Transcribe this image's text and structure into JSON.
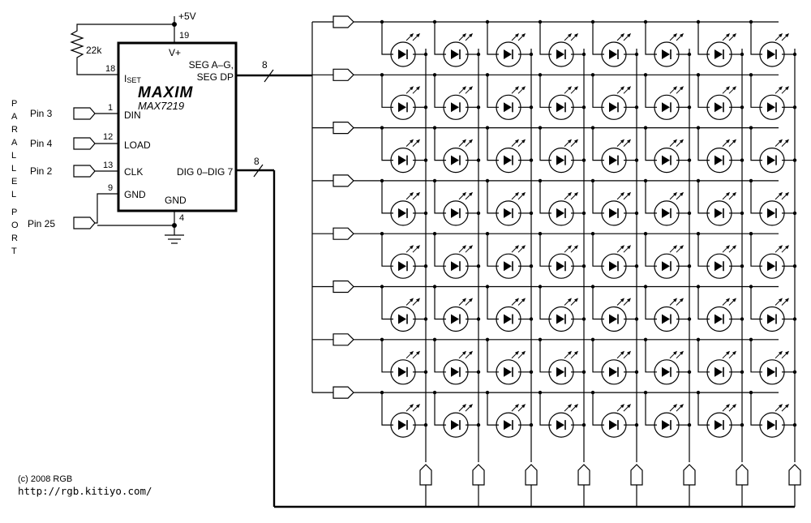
{
  "power": {
    "supply_label": "+5V",
    "vplus_label": "V+",
    "vplus_pin": "19"
  },
  "resistor": {
    "value": "22k"
  },
  "chip": {
    "logo": "MAXIM",
    "part_number": "MAX7219",
    "iset_label_main": "I",
    "iset_label_sub": "SET",
    "iset_pin": "18",
    "seg_label_line1": "SEG A–G,",
    "seg_label_line2": "SEG DP",
    "seg_bus_width": "8",
    "dig_label": "DIG 0–DIG 7",
    "dig_bus_width": "8",
    "gnd_right_label": "GND",
    "gnd_right_pin": "4",
    "inputs": [
      {
        "pin": "1",
        "label": "DIN"
      },
      {
        "pin": "12",
        "label": "LOAD"
      },
      {
        "pin": "13",
        "label": "CLK"
      },
      {
        "pin": "9",
        "label": "GND"
      }
    ]
  },
  "parallel_port": {
    "title_word1": [
      "P",
      "A",
      "R",
      "A",
      "L",
      "L",
      "E",
      "L"
    ],
    "title_word2": [
      "P",
      "O",
      "R",
      "T"
    ],
    "connections": [
      "Pin 3",
      "Pin 4",
      "Pin 2",
      "Pin 25"
    ]
  },
  "matrix": {
    "rows": 8,
    "cols": 8
  },
  "credits": {
    "copyright": "(c) 2008 RGB",
    "url": "http://rgb.kitiyo.com/"
  }
}
